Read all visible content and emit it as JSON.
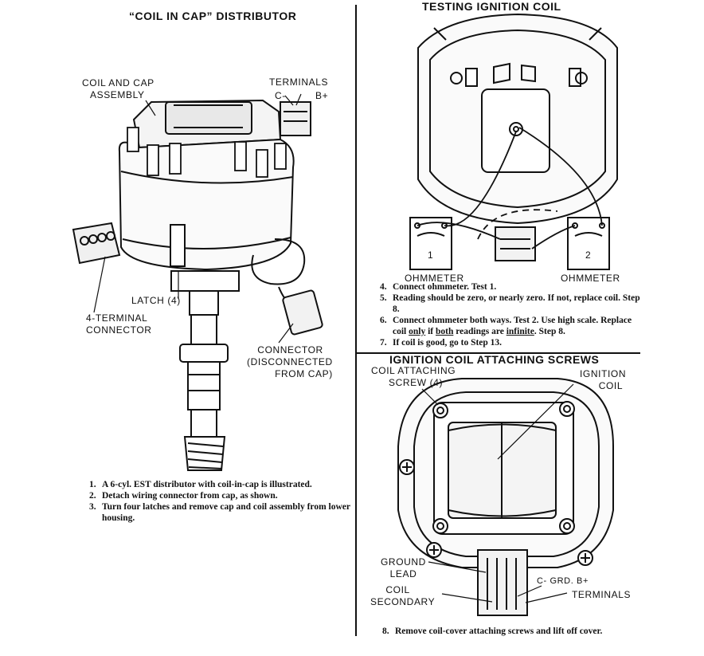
{
  "left_panel": {
    "title": "“COIL IN CAP” DISTRIBUTOR",
    "labels": {
      "coil_cap_1": "COIL AND CAP",
      "coil_cap_2": "ASSEMBLY",
      "terminals": "TERMINALS",
      "c_minus": "C-",
      "b_plus": "B+",
      "latch": "LATCH (4)",
      "four_terminal_1": "4-TERMINAL",
      "four_terminal_2": "CONNECTOR",
      "connector_1": "CONNECTOR",
      "connector_2": "(DISCONNECTED",
      "connector_3": "FROM CAP)"
    },
    "steps": [
      {
        "num": "1.",
        "text": "A 6-cyl. EST distributor with coil-in-cap is illustrated."
      },
      {
        "num": "2.",
        "text": "Detach wiring connector from cap, as shown."
      },
      {
        "num": "3.",
        "text": "Turn four latches and remove cap and coil assembly from lower housing."
      }
    ]
  },
  "top_right_panel": {
    "title": "TESTING IGNITION COIL",
    "meters": [
      {
        "label": "OHMMETER",
        "number": "1"
      },
      {
        "label": "OHMMETER",
        "number": "2"
      }
    ],
    "steps": [
      {
        "num": "4.",
        "text": "Connect ohmmeter. Test 1."
      },
      {
        "num": "5.",
        "text": "Reading should be zero, or nearly zero. If not, replace coil. Step 8."
      },
      {
        "num": "6.",
        "text_a": "Connect ohmmeter both ways. Test 2. Use high scale. Replace coil ",
        "u1": "only",
        "text_b": " if ",
        "u2": "both",
        "text_c": " readings are ",
        "u3": "infinite",
        "text_d": ". Step 8."
      },
      {
        "num": "7.",
        "text": "If coil is good, go to Step 13."
      }
    ]
  },
  "bottom_right_panel": {
    "title": "IGNITION COIL ATTACHING SCREWS",
    "labels": {
      "screw_1": "COIL ATTACHING",
      "screw_2": "SCREW (4)",
      "ign_1": "IGNITION",
      "ign_2": "COIL",
      "ground_1": "GROUND",
      "ground_2": "LEAD",
      "coil_sec_1": "COIL",
      "coil_sec_2": "SECONDARY",
      "term_codes": "C- GRD. B+",
      "terminals": "TERMINALS"
    },
    "steps": [
      {
        "num": "8.",
        "text": "Remove coil-cover attaching screws and lift off cover."
      }
    ]
  }
}
